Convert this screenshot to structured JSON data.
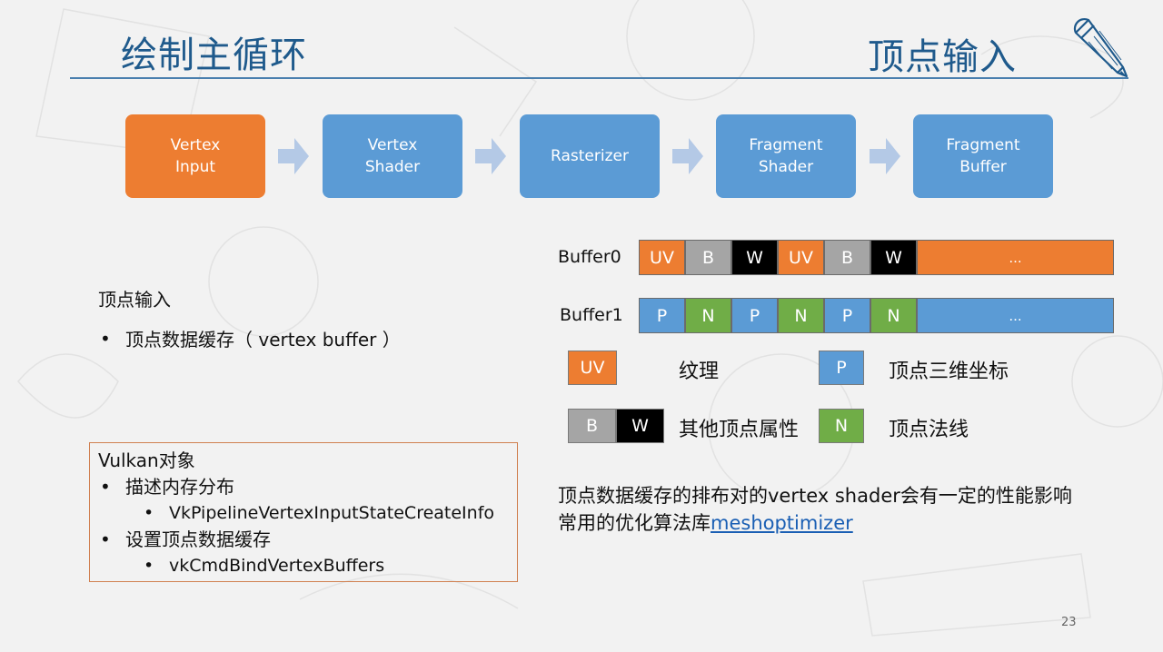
{
  "slide": {
    "title": "绘制主循环",
    "section_title": "顶点输入",
    "page_number": "23",
    "decoration_icon": "pencil-icon"
  },
  "pipeline": {
    "stages": [
      {
        "label": "Vertex\nInput",
        "active": true
      },
      {
        "label": "Vertex\nShader",
        "active": false
      },
      {
        "label": "Rasterizer",
        "active": false
      },
      {
        "label": "Fragment\nShader",
        "active": false
      },
      {
        "label": "Fragment\nBuffer",
        "active": false
      }
    ],
    "arrow_icon": "right-arrow-icon"
  },
  "colors": {
    "orange": "#ed7d31",
    "blue": "#5b9bd5",
    "gray": "#a5a5a5",
    "black": "#000000",
    "green": "#70ad47",
    "title_blue": "#1f5a8c"
  },
  "buffers": [
    {
      "label": "Buffer0",
      "cells": [
        {
          "text": "UV",
          "color": "#ed7d31"
        },
        {
          "text": "B",
          "color": "#a5a5a5"
        },
        {
          "text": "W",
          "color": "#000000"
        },
        {
          "text": "UV",
          "color": "#ed7d31"
        },
        {
          "text": "B",
          "color": "#a5a5a5"
        },
        {
          "text": "W",
          "color": "#000000"
        }
      ],
      "rest": {
        "text": "...",
        "color": "#ed7d31"
      }
    },
    {
      "label": "Buffer1",
      "cells": [
        {
          "text": "P",
          "color": "#5b9bd5"
        },
        {
          "text": "N",
          "color": "#70ad47"
        },
        {
          "text": "P",
          "color": "#5b9bd5"
        },
        {
          "text": "N",
          "color": "#70ad47"
        },
        {
          "text": "P",
          "color": "#5b9bd5"
        },
        {
          "text": "N",
          "color": "#70ad47"
        }
      ],
      "rest": {
        "text": "...",
        "color": "#5b9bd5"
      }
    }
  ],
  "legend": {
    "uv": {
      "swatch": "UV",
      "label": "纹理"
    },
    "p": {
      "swatch": "P",
      "label": "顶点三维坐标"
    },
    "bw": {
      "swatch_b": "B",
      "swatch_w": "W",
      "label": "其他顶点属性"
    },
    "n": {
      "swatch": "N",
      "label": "顶点法线"
    }
  },
  "left_text": {
    "heading": "顶点输入",
    "bullet_symbol": "•",
    "bullet": "顶点数据缓存（ vertex buffer ）"
  },
  "vulkan_box": {
    "title": "Vulkan对象",
    "items": [
      {
        "label": "描述内存分布",
        "sub": "VkPipelineVertexInputStateCreateInfo"
      },
      {
        "label": "设置顶点数据缓存",
        "sub": "vkCmdBindVertexBuffers"
      }
    ]
  },
  "note": {
    "line1": "顶点数据缓存的排布对的vertex shader会有一定的性能影响",
    "line2_prefix": "常用的优化算法库",
    "link_text": "meshoptimizer"
  }
}
